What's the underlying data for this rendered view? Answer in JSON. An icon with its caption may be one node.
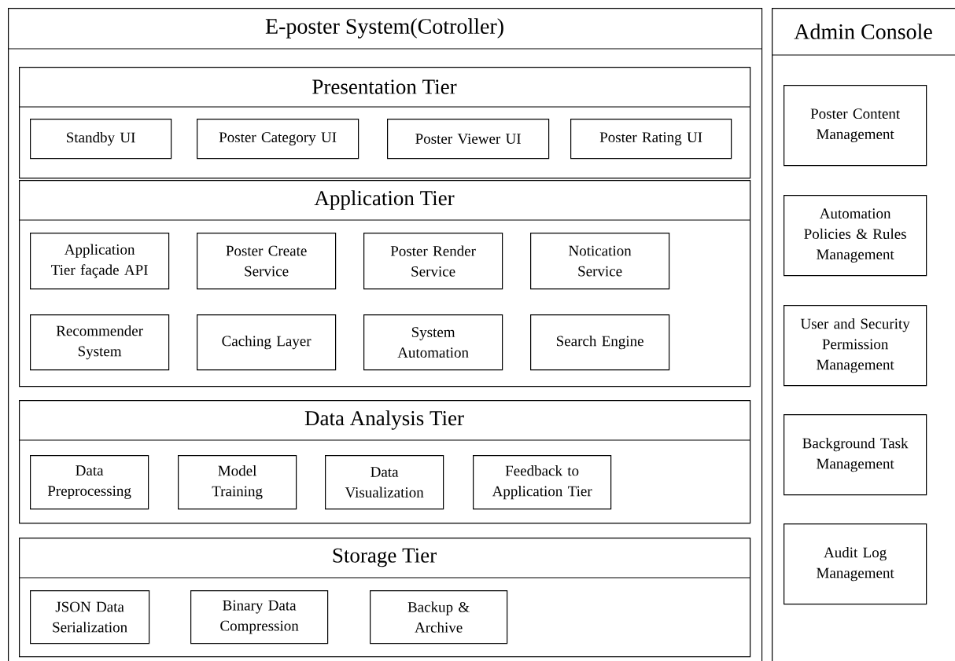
{
  "diagram": {
    "nodes": [
      {
        "text": [
          "E-poster System(Cotroller)"
        ]
      },
      {
        "text": [
          "Presentation Tier"
        ],
        "in": 0
      },
      {
        "text": [
          "Standby UI"
        ],
        "in": 1
      },
      {
        "text": [
          "Poster Category UI"
        ],
        "in": 1
      },
      {
        "text": [
          "Poster Viewer UI"
        ],
        "in": 1
      },
      {
        "text": [
          "Poster Rating UI"
        ],
        "in": 1
      },
      {
        "text": [
          "Application Tier"
        ],
        "in": 0
      },
      {
        "text": [
          "Application Tier façade API"
        ],
        "in": 6
      },
      {
        "text": [
          "Poster Create Service"
        ],
        "in": 6
      },
      {
        "text": [
          "Poster Render Service"
        ],
        "in": 6
      },
      {
        "text": [
          "Notication Service"
        ],
        "in": 6
      },
      {
        "text": [
          "Recommender System"
        ],
        "in": 6
      },
      {
        "text": [
          "Caching Layer"
        ],
        "in": 6
      },
      {
        "text": [
          "System Automation"
        ],
        "in": 6
      },
      {
        "text": [
          "Search Engine"
        ],
        "in": 6
      },
      {
        "text": [
          "Data Analysis Tier"
        ],
        "in": 0
      },
      {
        "text": [
          "Data Preprocessing"
        ],
        "in": 15
      },
      {
        "text": [
          "Model Training"
        ],
        "in": 15
      },
      {
        "text": [
          "Data Visualization"
        ],
        "in": 15
      },
      {
        "text": [
          "Feedback to Application Tier"
        ],
        "in": 15
      },
      {
        "text": [
          "Storage Tier"
        ],
        "in": 0
      },
      {
        "text": [
          "JSON Data Serialization"
        ],
        "in": 20
      },
      {
        "text": [
          "Binary Data Compression"
        ],
        "in": 20
      },
      {
        "text": [
          "Backup & Archive"
        ],
        "in": 20
      },
      {
        "text": [
          "Admin Console"
        ]
      },
      {
        "text": [
          "Poster Content Management"
        ],
        "in": 24
      },
      {
        "text": [
          "Automation Policies & Rules Management"
        ],
        "in": 24
      },
      {
        "text": [
          "User and Security Permission Management"
        ],
        "in": 24
      },
      {
        "text": [
          "Background Task Management"
        ],
        "in": 24
      },
      {
        "text": [
          "Audit Log Management"
        ],
        "in": 24
      }
    ],
    "edges": []
  }
}
